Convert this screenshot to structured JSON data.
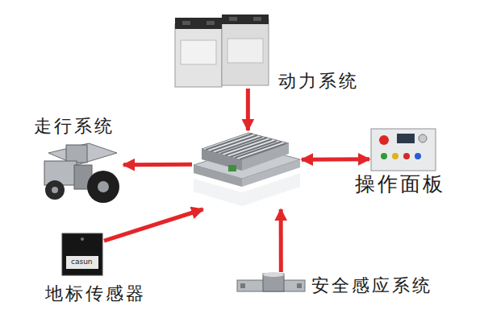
{
  "diagram": {
    "nodes": [
      {
        "text": [
          "动力系统"
        ]
      },
      {
        "text": [
          "走行系统"
        ]
      },
      {
        "text": []
      },
      {
        "text": [
          "操作面板"
        ]
      },
      {
        "text": [
          "地标传感器"
        ]
      },
      {
        "text": [
          "安全感应系统"
        ]
      }
    ],
    "edges": [
      {
        "from": 0,
        "to": 2,
        "arrow": "to"
      },
      {
        "from": 2,
        "to": 1,
        "arrow": "to"
      },
      {
        "from": 2,
        "to": 3,
        "arrow": "both"
      },
      {
        "from": 4,
        "to": 2,
        "arrow": "to"
      },
      {
        "from": 5,
        "to": 2,
        "arrow": "to"
      }
    ],
    "labels": [
      "casun"
    ]
  }
}
